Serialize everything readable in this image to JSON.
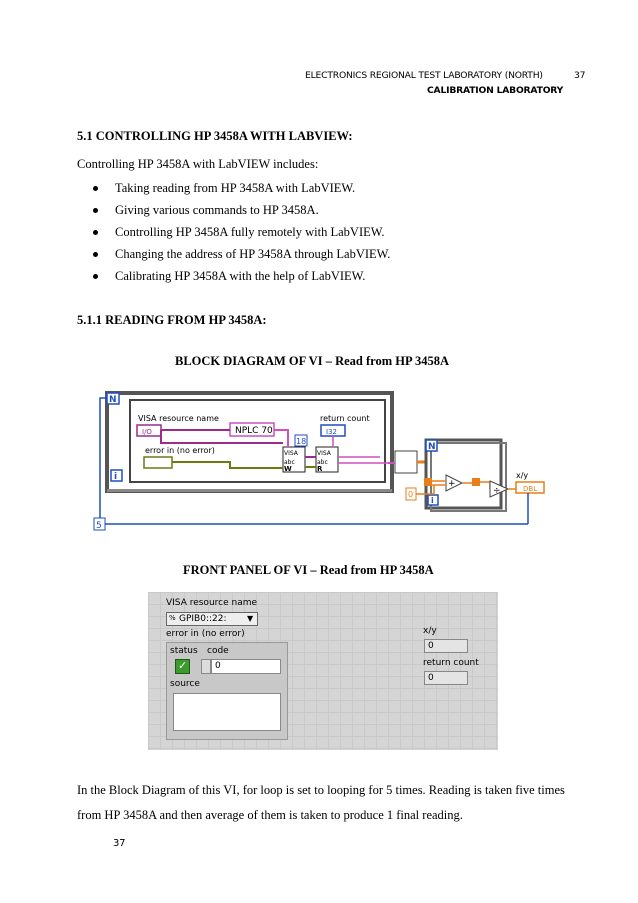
{
  "header": {
    "line1": "ELECTRONICS REGIONAL TEST LABORATORY (NORTH)",
    "page_no": "37",
    "line2": "CALIBRATION LABORATORY"
  },
  "section_title": "5.1 CONTROLLING HP 3458A WITH LABVIEW:",
  "intro": "Controlling HP 3458A with LabVIEW includes:",
  "bullets": [
    "Taking reading from HP 3458A with LabVIEW.",
    "Giving various commands to HP 3458A.",
    "Controlling HP 3458A fully remotely with LabVIEW.",
    "Changing the address of HP 3458A through LabVIEW.",
    "Calibrating HP 3458A with the help of LabVIEW."
  ],
  "subsection_title": "5.1.1 READING FROM HP 3458A:",
  "block_diagram": {
    "caption": "BLOCK DIAGRAM OF VI – Read from HP 3458A",
    "loop_n": "N",
    "loop_i": "i",
    "visa_label": "VISA resource name",
    "visa_const": "I/O",
    "nplc": "NPLC 70",
    "return_label": "return count",
    "return_ind": "I32",
    "error_label": "error in (no error)",
    "num_18": "18",
    "write_node": "W",
    "read_node": "R",
    "visa_node": "VISA",
    "abc_text": "abc",
    "const_5": "5",
    "const_0": "0",
    "n2": "N",
    "i2": "i",
    "xy_label": "x/y",
    "dbl": "DBL",
    "plus": "+",
    "div": "÷"
  },
  "front_panel": {
    "caption": "FRONT PANEL OF VI – Read from HP 3458A",
    "visa_label": "VISA resource name",
    "visa_prefix": "%",
    "visa_value": "GPIB0::22:",
    "error_label": "error in (no error)",
    "status_label": "status",
    "code_label": "code",
    "code_value": "0",
    "source_label": "source",
    "xy_label": "x/y",
    "xy_value": "0",
    "return_label": "return count",
    "return_value": "0"
  },
  "paragraph": "In the Block Diagram of this VI, for loop is set to looping for 5 times. Reading is taken five times from HP 3458A and then average of them is taken to produce 1 final reading.",
  "footer_page": "37"
}
